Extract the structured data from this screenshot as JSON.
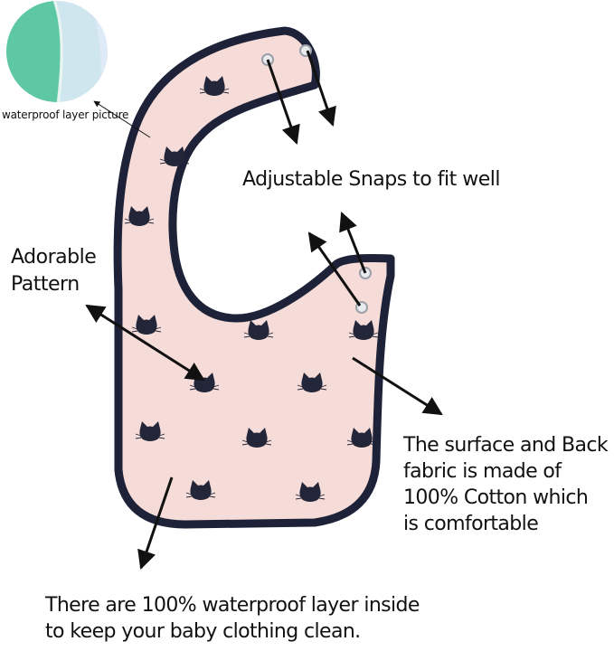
{
  "labels": {
    "waterproof_picture": "waterproof layer picture",
    "snaps": "Adjustable Snaps to fit well",
    "pattern": [
      "Adorable",
      "Pattern"
    ],
    "fabric": [
      "The surface and Back",
      "fabric is made of",
      "100% Cotton which",
      "is comfortable"
    ],
    "bottom": [
      "There are 100% waterproof layer inside",
      "to keep your baby clothing  clean."
    ]
  },
  "colors": {
    "bib_fabric": "#f6dcd8",
    "bib_trim": "#1e2238",
    "cat_print": "#222638",
    "waterproof_green": "#5ec8a4",
    "waterproof_blue": "#cfe6ef",
    "arrow": "#111111"
  },
  "icons": {
    "cat": "cat-face-icon",
    "snap": "snap-button-icon"
  }
}
